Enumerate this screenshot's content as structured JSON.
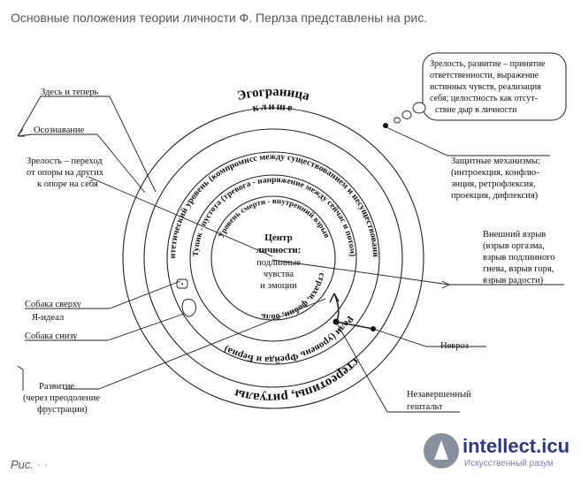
{
  "page": {
    "heading": "Основные положения теории личности Ф. Перлза представлены на рис.",
    "caption": "Рис.",
    "caption_dots": "· ·"
  },
  "diagram": {
    "rings": {
      "outer": "Эгограница",
      "cliche": "клише",
      "synthetic": "Синтетический уровень (компромисс между существованием и несуществованием)",
      "impasse": "Тупик - пустота (тревога - напряжение между сейчас и потом)",
      "death": "Уровень смерти - внутренний взрыв",
      "fears": "страхи, фобии, боль",
      "roles": "Роли (уровень Фрейда и Берна)",
      "stereotypes": "стереотипы, ритуалы"
    },
    "center": {
      "line1": "Центр",
      "line2": "личности:",
      "line3": "подлинные",
      "line4": "чувства",
      "line5": "и эмоции"
    },
    "left_labels": {
      "here_now": "Здесь и теперь",
      "awareness": "Осознавание",
      "maturity_1": "Зрелость – переход",
      "maturity_2": "от опоры на других",
      "maturity_3": "к опоре на себя",
      "topdog_1": "Собака сверху",
      "topdog_2": "Я-идеал",
      "underdog": "Собака снизу",
      "dev_1": "Развитие",
      "dev_2": "(через преодоление",
      "dev_3": "фрустрации)"
    },
    "right_labels": {
      "bubble_1": "Зрелость, развитие – принятие",
      "bubble_2": "ответственности,   выражение",
      "bubble_3": "истинных чувств, реализация",
      "bubble_4": "себя; целостность как отсут-",
      "bubble_5": "ствие дыр в личности",
      "defense_1": "Защитные механизмы:",
      "defense_2": "(интроекция, конфлю-",
      "defense_3": "энция, ретрофлексия,",
      "defense_4": "проекция, дифлексия)",
      "explosion_1": "Внешний взрыв",
      "explosion_2": "(взрыв оргазма,",
      "explosion_3": "взрыв подлинного",
      "explosion_4": "гнева, взрыв горя,",
      "explosion_5": "взрыв радости)",
      "neurosis": "Невроз",
      "gestalt_1": "Незавершенный",
      "gestalt_2": "гештальт"
    }
  },
  "watermark": {
    "brand": "intellect.icu",
    "sub": "Искусственный разум"
  }
}
